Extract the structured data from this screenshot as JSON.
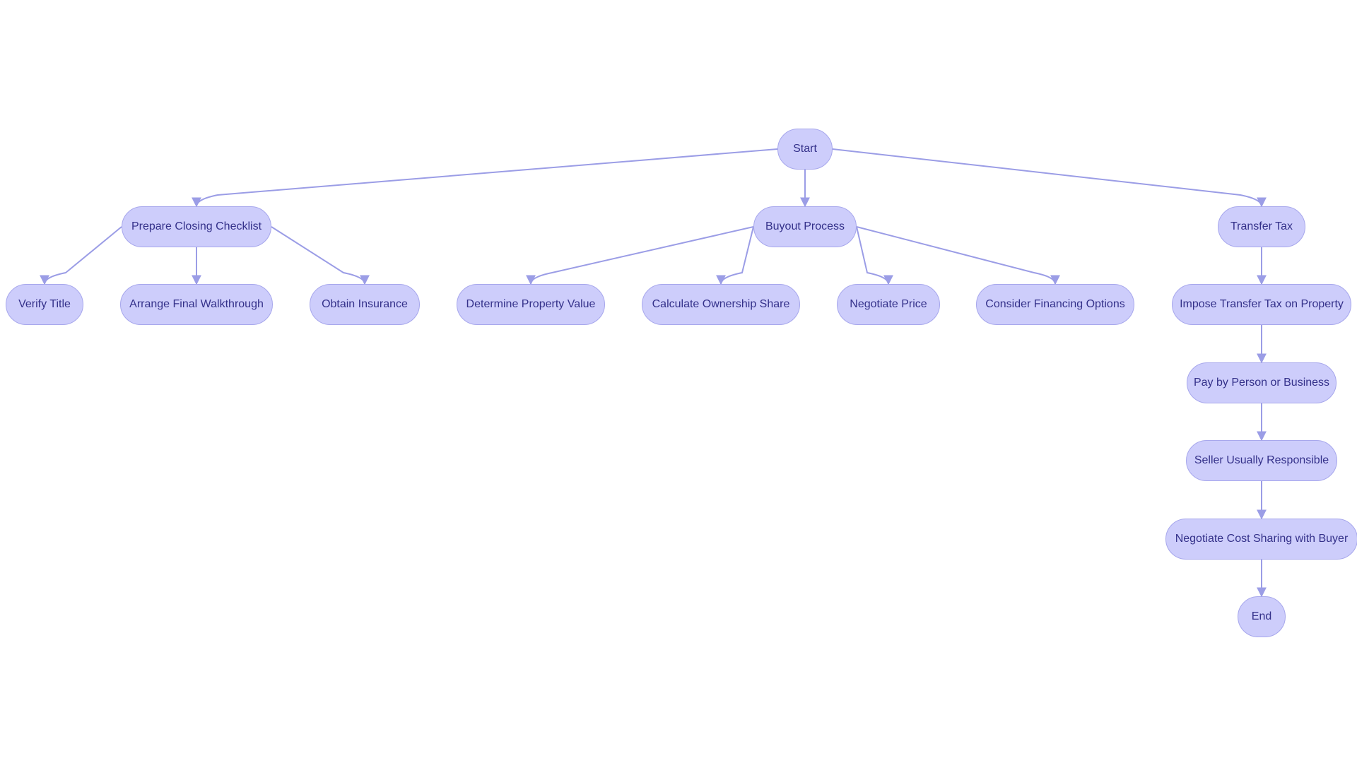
{
  "diagram": {
    "nodes": [
      {
        "id": "start",
        "label": "Start"
      },
      {
        "id": "prepare",
        "label": "Prepare Closing Checklist"
      },
      {
        "id": "buyout",
        "label": "Buyout Process"
      },
      {
        "id": "transfer",
        "label": "Transfer Tax"
      },
      {
        "id": "verify",
        "label": "Verify Title"
      },
      {
        "id": "walkthrough",
        "label": "Arrange Final Walkthrough"
      },
      {
        "id": "insurance",
        "label": "Obtain Insurance"
      },
      {
        "id": "value",
        "label": "Determine Property Value"
      },
      {
        "id": "share",
        "label": "Calculate Ownership Share"
      },
      {
        "id": "price",
        "label": "Negotiate Price"
      },
      {
        "id": "financing",
        "label": "Consider Financing Options"
      },
      {
        "id": "impose",
        "label": "Impose Transfer Tax on Property"
      },
      {
        "id": "pay",
        "label": "Pay by Person or Business"
      },
      {
        "id": "seller",
        "label": "Seller Usually Responsible"
      },
      {
        "id": "costshare",
        "label": "Negotiate Cost Sharing with Buyer"
      },
      {
        "id": "end",
        "label": "End"
      }
    ],
    "edges": [
      {
        "from": "start",
        "to": "prepare"
      },
      {
        "from": "start",
        "to": "buyout"
      },
      {
        "from": "start",
        "to": "transfer"
      },
      {
        "from": "prepare",
        "to": "verify"
      },
      {
        "from": "prepare",
        "to": "walkthrough"
      },
      {
        "from": "prepare",
        "to": "insurance"
      },
      {
        "from": "buyout",
        "to": "value"
      },
      {
        "from": "buyout",
        "to": "share"
      },
      {
        "from": "buyout",
        "to": "price"
      },
      {
        "from": "buyout",
        "to": "financing"
      },
      {
        "from": "transfer",
        "to": "impose"
      },
      {
        "from": "impose",
        "to": "pay"
      },
      {
        "from": "pay",
        "to": "seller"
      },
      {
        "from": "seller",
        "to": "costshare"
      },
      {
        "from": "costshare",
        "to": "end"
      }
    ]
  },
  "colors": {
    "node_fill": "#cdcdfb",
    "node_border": "#a7a7ec",
    "node_text": "#34318a",
    "edge": "#9b9de6"
  }
}
